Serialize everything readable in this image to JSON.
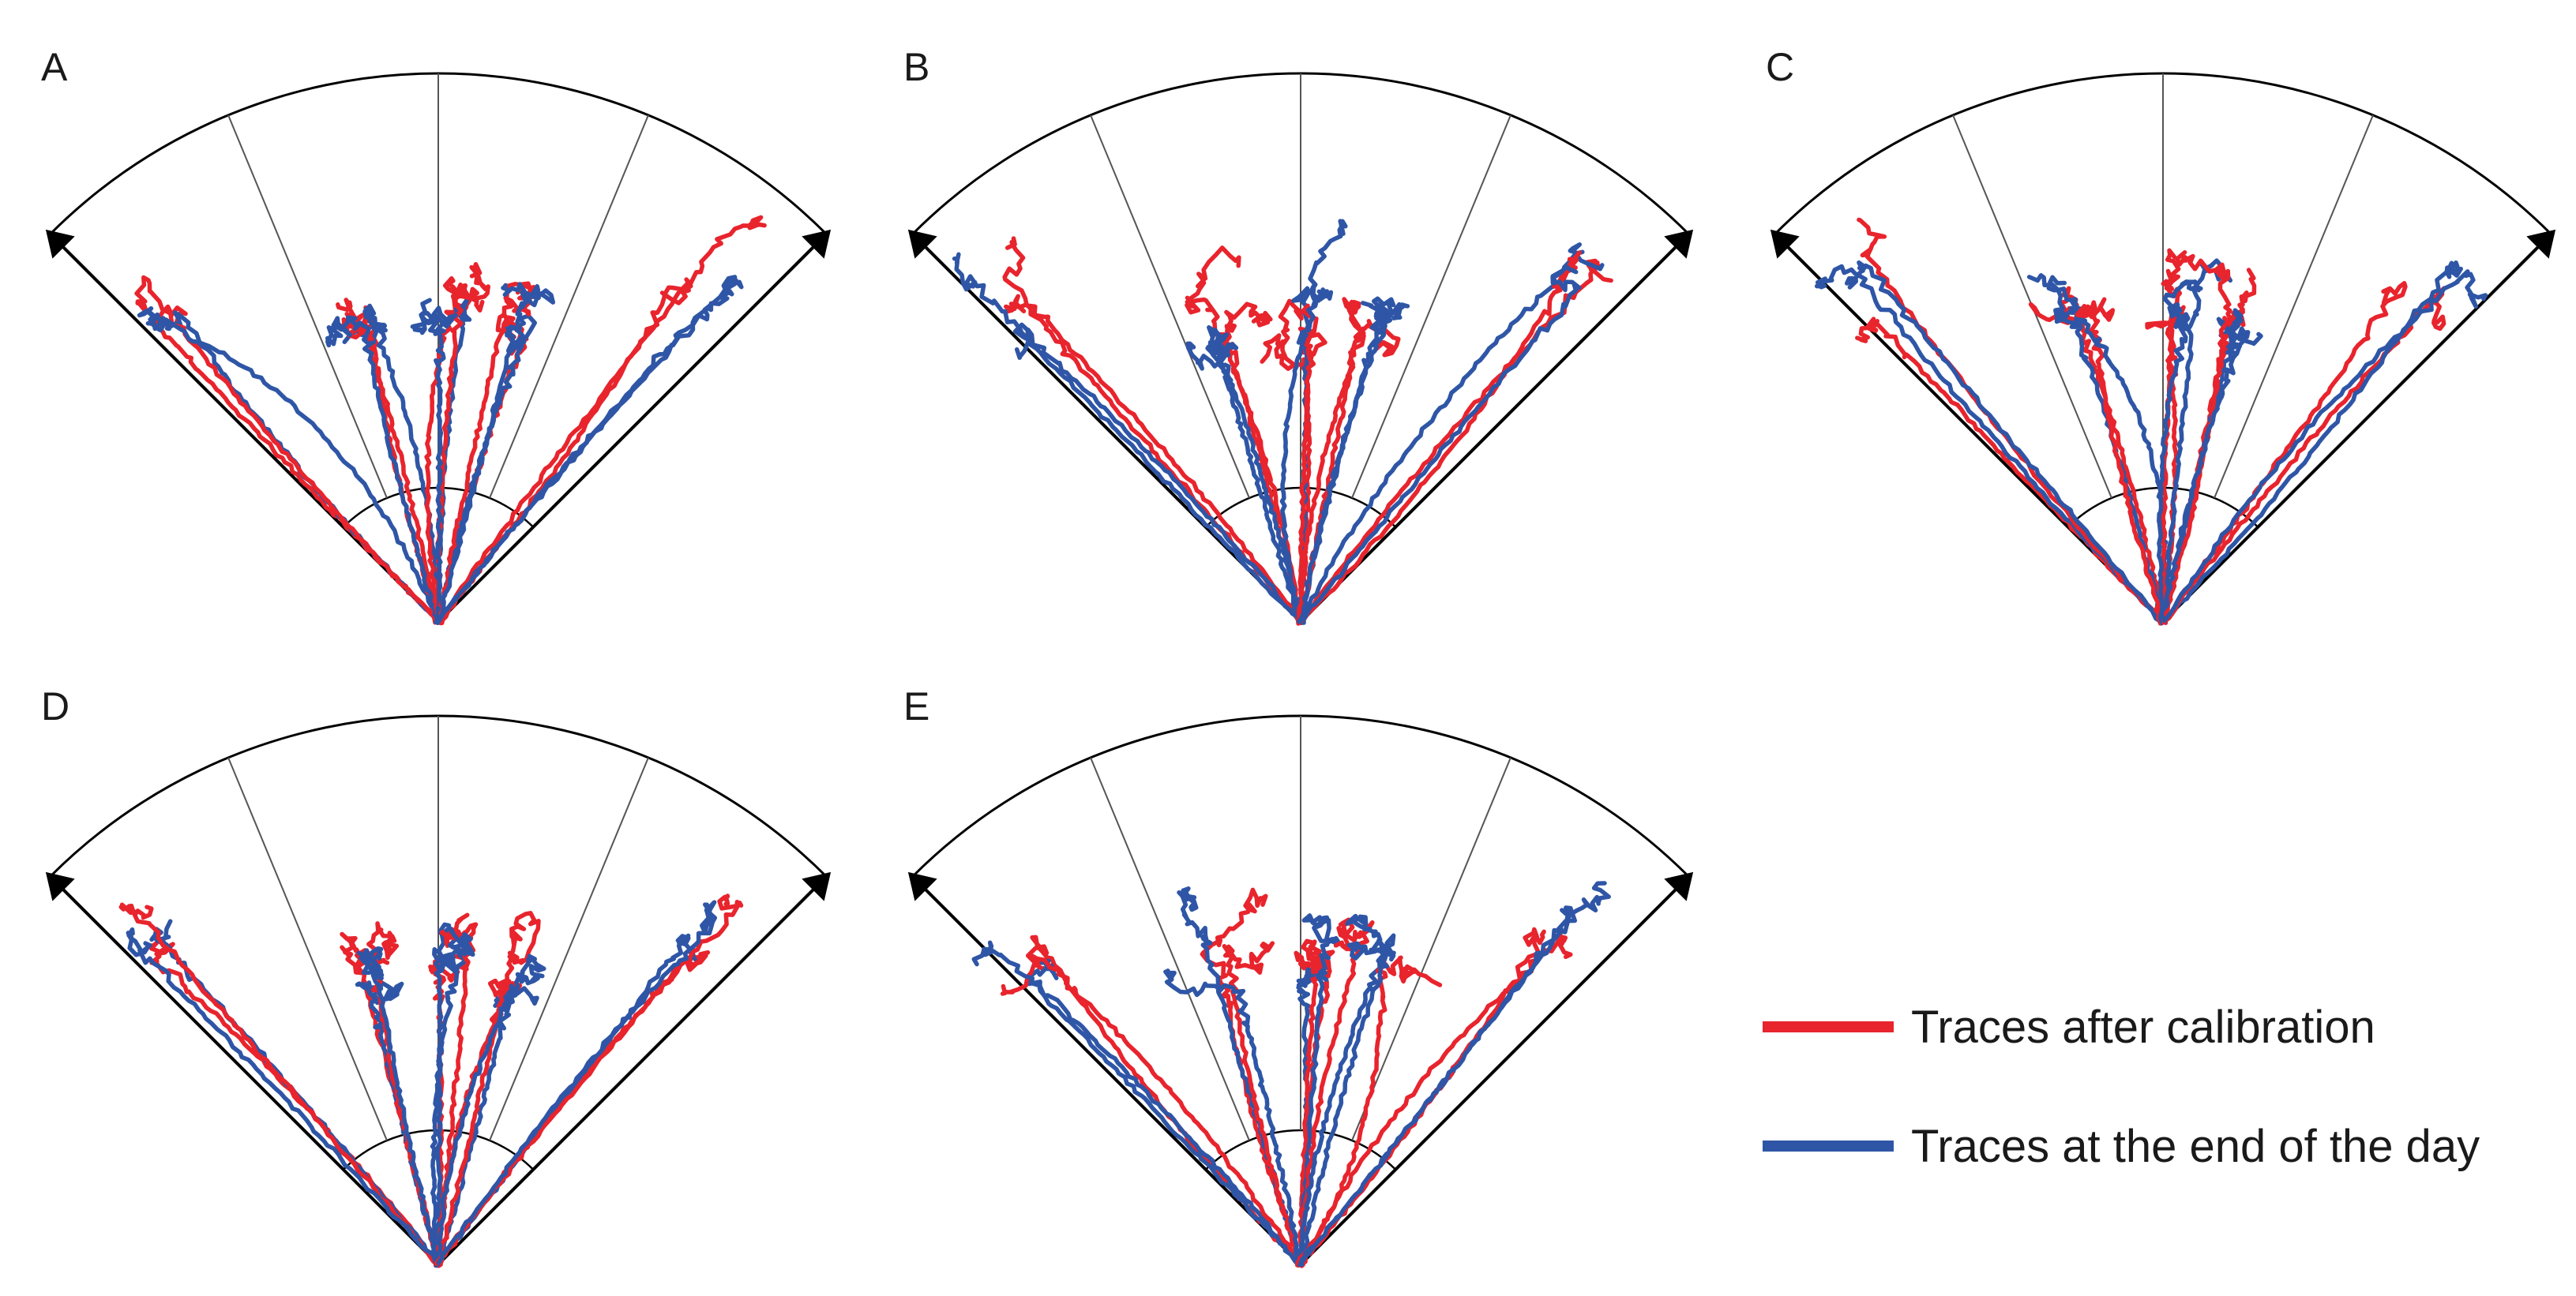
{
  "panels": [
    {
      "letter": "A"
    },
    {
      "letter": "B"
    },
    {
      "letter": "C"
    },
    {
      "letter": "D"
    },
    {
      "letter": "E"
    }
  ],
  "legend": {
    "items": [
      {
        "label": "Traces after calibration",
        "color": "#e8242d"
      },
      {
        "label": "Traces at the end of the day",
        "color": "#2f56a6"
      }
    ]
  },
  "colors": {
    "after_calibration": "#e8242d",
    "end_of_day": "#2f56a6",
    "frame": "#000000",
    "divider": "#555555"
  }
}
